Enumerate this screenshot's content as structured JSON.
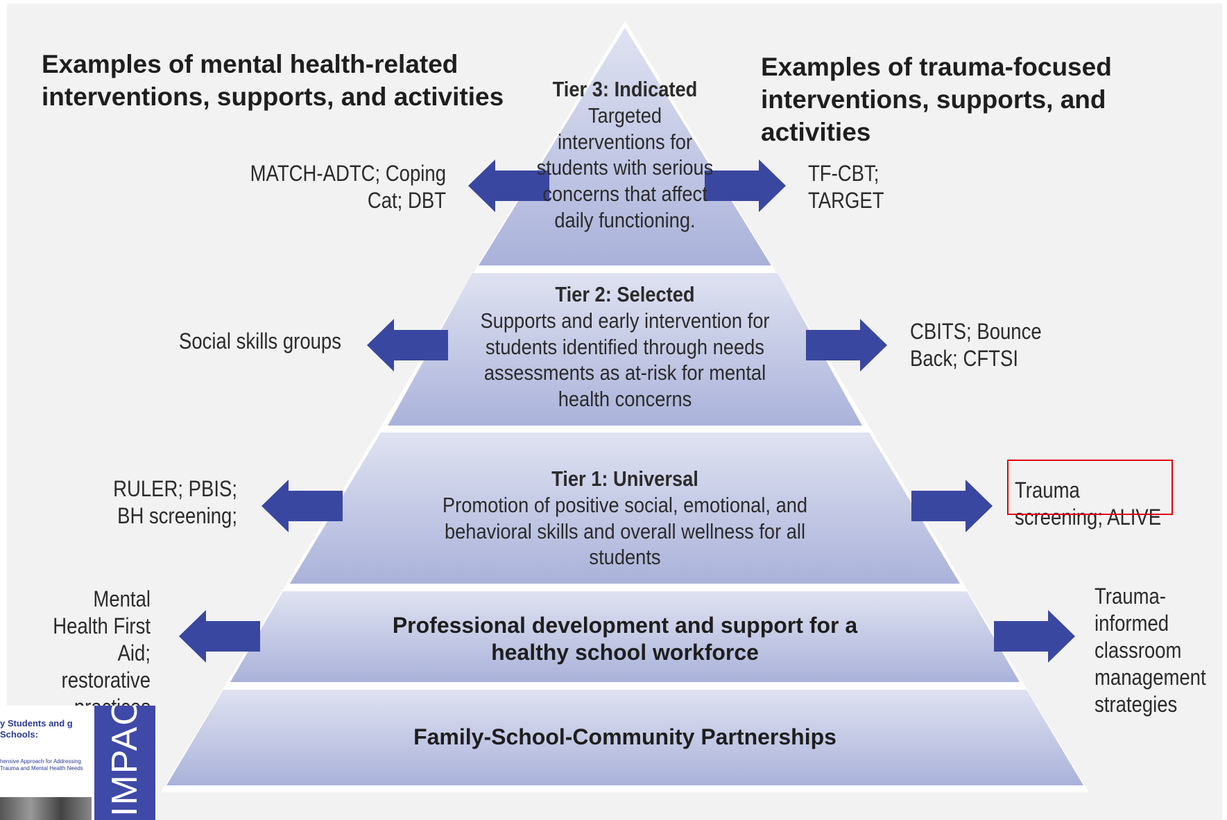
{
  "headings": {
    "left": "Examples of mental health-related interventions, supports, and activities",
    "right": "Examples of trauma-focused interventions, supports, and activities"
  },
  "tiers": {
    "tier3": {
      "title": "Tier 3: Indicated",
      "description": "Targeted interventions for students with serious concerns that affect daily functioning.",
      "left_examples": "MATCH-ADTC; Coping Cat; DBT",
      "right_examples": "TF-CBT; TARGET"
    },
    "tier2": {
      "title": "Tier 2: Selected",
      "description": "Supports and early intervention for students identified through needs assessments as at-risk for mental health concerns",
      "left_examples": "Social skills groups",
      "right_examples": "CBITS; Bounce Back; CFTSI"
    },
    "tier1": {
      "title": "Tier 1: Universal",
      "description": "Promotion of positive social, emotional, and behavioral skills and overall wellness for all students",
      "left_examples": "RULER; PBIS; BH screening;",
      "right_examples": "Trauma screening; ALIVE"
    },
    "workforce": {
      "title": "Professional development and support for a healthy school workforce",
      "left_examples": "Mental Health First Aid; restorative practices",
      "right_examples": "Trauma-informed classroom management strategies"
    },
    "partnerships": {
      "title": "Family-School-Community Partnerships"
    }
  },
  "cover": {
    "title": "y Students and g Schools:",
    "subtitle": "hensive Approach for Addressing Trauma and Mental Health Needs",
    "brand": "IMPACT"
  },
  "colors": {
    "arrow": "#3a47a0",
    "pyramid_top": "#dfe2f1",
    "pyramid_bottom": "#aab2da",
    "highlight": "#e00000"
  }
}
